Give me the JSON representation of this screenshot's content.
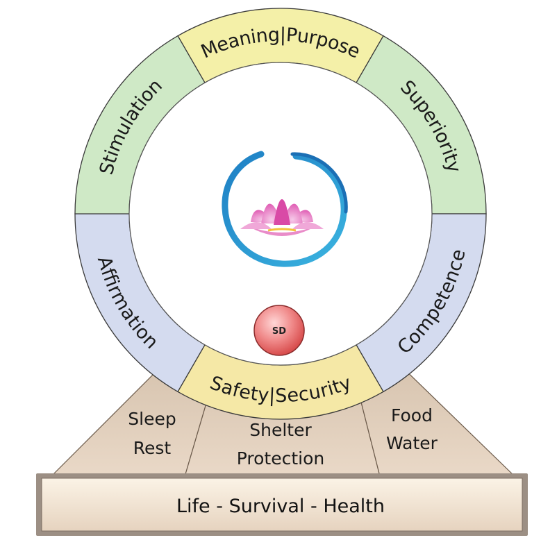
{
  "ring": {
    "segments": [
      {
        "label": "Meaning|Purpose",
        "color": "#f4f0a8"
      },
      {
        "label": "Superiority",
        "color": "#cfe9c6"
      },
      {
        "label": "Competence",
        "color": "#d4dbef"
      },
      {
        "label": "Safety|Security",
        "color": "#f5e8a6"
      },
      {
        "label": "Affirmation",
        "color": "#d4dbef"
      },
      {
        "label": "Stimulation",
        "color": "#cfe9c6"
      }
    ],
    "ball_label": "SD",
    "center_icon": "lotus-enso-icon"
  },
  "base": {
    "left_line1": "Sleep",
    "left_line2": "Rest",
    "middle_line1": "Shelter",
    "middle_line2": "Protection",
    "right_line1": "Food",
    "right_line2": "Water",
    "color": "#dcc9b6"
  },
  "bar": {
    "label": "Life - Survival - Health"
  }
}
